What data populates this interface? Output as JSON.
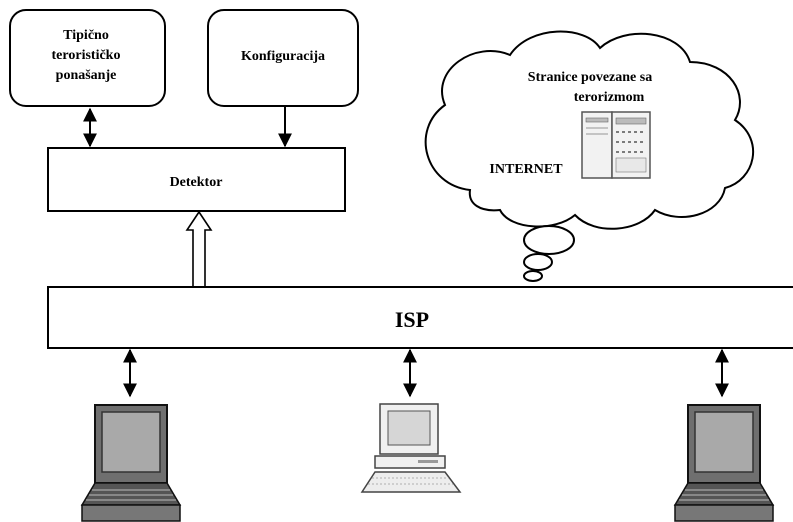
{
  "boxes": {
    "behavior": {
      "line1": "Tipično",
      "line2": "terorističko",
      "line3": "ponašanje"
    },
    "config": "Konfiguracija",
    "detector": "Detektor",
    "isp": "ISP"
  },
  "cloud": {
    "title_line1": "Stranice povezane sa",
    "title_line2": "terorizmom",
    "internet_label": "INTERNET"
  },
  "icons": [
    "laptop-icon",
    "desktop-computer-icon",
    "laptop-icon",
    "server-icon"
  ]
}
